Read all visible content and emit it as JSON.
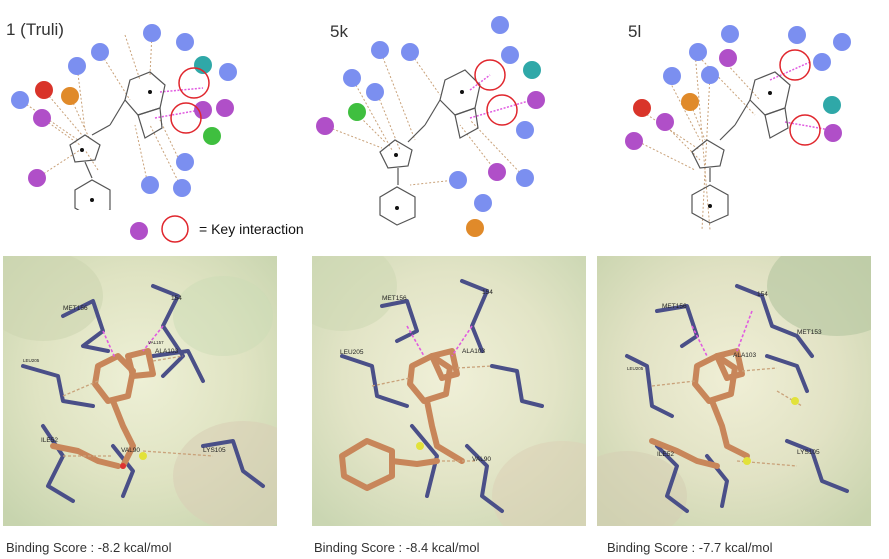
{
  "panels": [
    {
      "title": "1 (Truli)",
      "score": "Binding Score : -8.2 kcal/mol",
      "residue_labels": [
        "MET156",
        "154",
        "VAL157",
        "ALA103",
        "LEU205",
        "ILE52",
        "VAL90",
        "LYS105"
      ]
    },
    {
      "title": "5k",
      "score": "Binding Score : -8.4 kcal/mol",
      "residue_labels": [
        "MET156",
        "154",
        "LEU205",
        "ALA103",
        "VAL90"
      ]
    },
    {
      "title": "5l",
      "score": "Binding Score : -7.7 kcal/mol",
      "residue_labels": [
        "MET156",
        "154",
        "MET153",
        "ALA103",
        "LEU205",
        "ILE52",
        "LYS105"
      ]
    }
  ],
  "legend": {
    "label": "= Key interaction"
  },
  "colors": {
    "hydrophobic": "#7b8ff0",
    "polar": "#b04fc8",
    "hbond": "#e05be0",
    "teal": "#2fa8a8",
    "red": "#d9342a",
    "orange": "#e08a2a",
    "green": "#3fbf3f",
    "ligand_carbon": "#c8865a",
    "residue": "#4a4f88",
    "circle": "#e0262d"
  }
}
